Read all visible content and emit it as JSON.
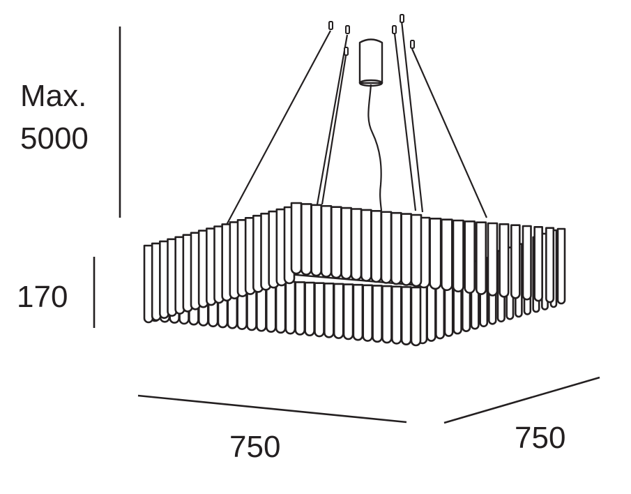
{
  "diagram": {
    "subject": "square pendant chandelier dimension drawing",
    "line_color": "#231f20",
    "background": "#ffffff",
    "dimensions": {
      "suspension_max_label": "Max.",
      "suspension_max_value": "5000",
      "height_value": "170",
      "width_value": "750",
      "depth_value": "750"
    },
    "components": {
      "canopy": "ceiling-canopy",
      "suspension_cables": 6,
      "power_cord": 1,
      "tiers": 2,
      "element_shape": "rounded-tube"
    }
  }
}
